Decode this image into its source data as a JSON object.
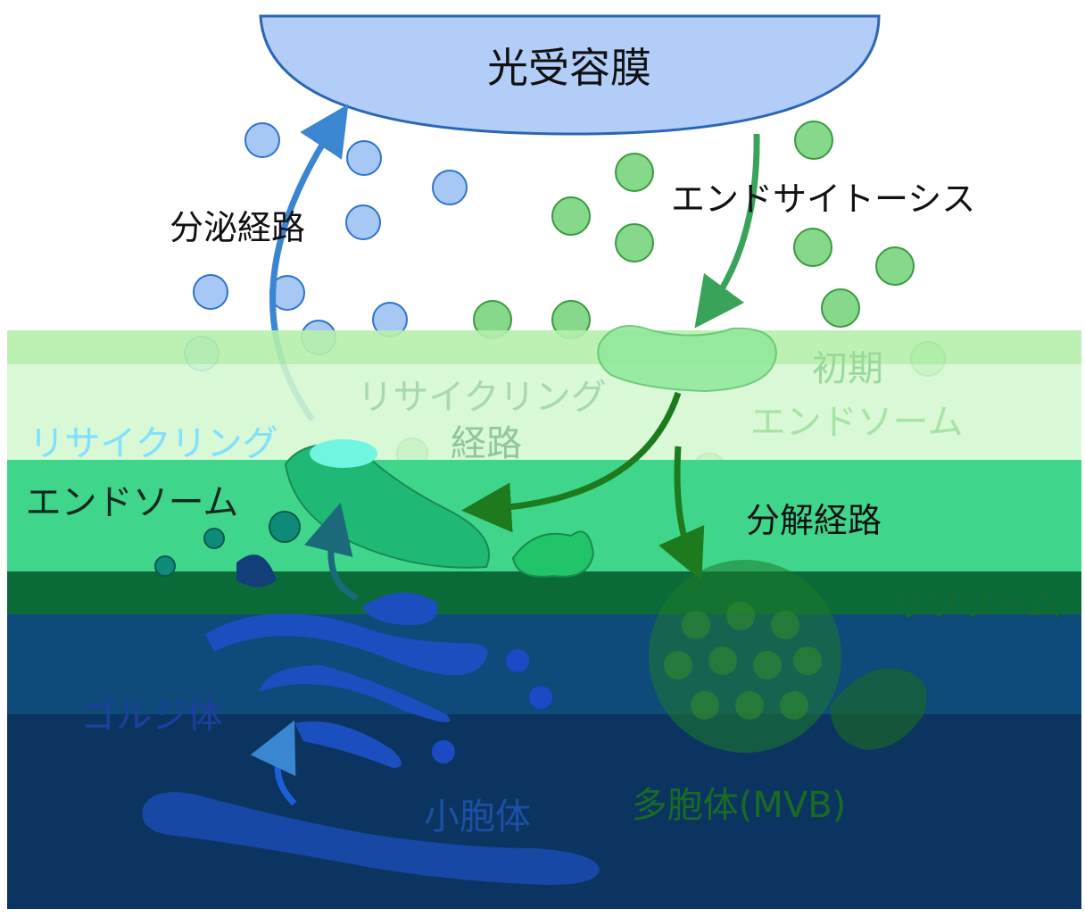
{
  "labels": {
    "membrane": "光受容膜",
    "secretory": "分泌経路",
    "endocytosis": "エンドサイトーシス",
    "early_endosome": [
      "初期",
      "エンドソーム"
    ],
    "recycling_pathway": [
      "リサイクリング",
      "経路"
    ],
    "recycling_endosome": [
      "リサイクリング",
      "エンドソーム"
    ],
    "degradation": "分解経路",
    "lysosome": "リソソーム",
    "golgi": "ゴルジ体",
    "vesicle": "小胞体",
    "mvb": "多胞体(MVB)"
  },
  "colors": {
    "membrane_fill": "#b3cdf9",
    "membrane_stroke": "#2a66b3",
    "secretory_vesicle": "#a7c8f5",
    "endocytic_vesicle": "#86d98a",
    "band_light_green": "#c8f5c2",
    "band_mid_green": "#3fd68c",
    "band_dark_green": "#0a6b38",
    "band_blue": "#0e4a7a",
    "band_navy": "#0b3560",
    "golgi_blue": "#1b4fbf",
    "mvb_green": "#1d7a2c"
  }
}
